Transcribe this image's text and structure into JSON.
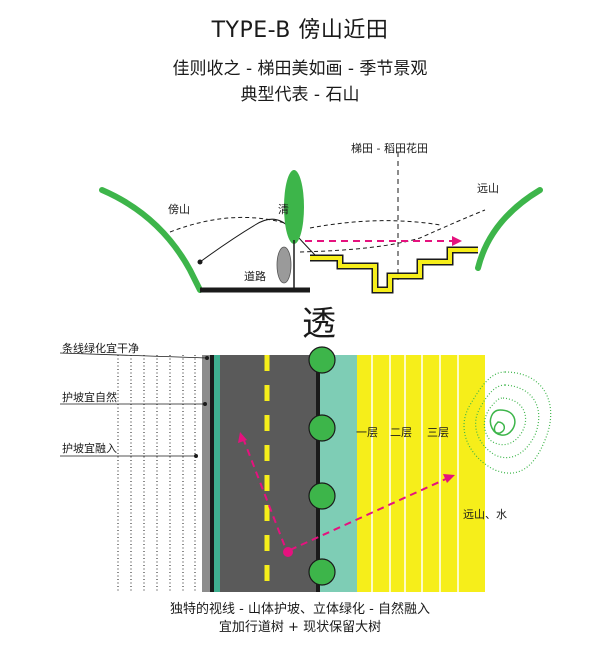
{
  "header": {
    "title": "TYPE-B 傍山近田",
    "subtitle": "佳则收之 - 梯田美如画 - 季节景观",
    "subtitle2": "典型代表 - 石山"
  },
  "section": {
    "labels": {
      "terrace": "梯田 - 稻田花田",
      "near_mountain": "傍山",
      "far_mountain": "远山",
      "tree": "清",
      "road": "道路"
    }
  },
  "center_label": "透",
  "plan": {
    "labels": {
      "planting": "条线绿化宜干净",
      "slope_natural": "护坡宜自然",
      "slope_blend": "护坡宜融入",
      "tier1": "一层",
      "tier2": "二层",
      "tier3": "三层",
      "far": "远山、水"
    }
  },
  "caption": {
    "line1": "独特的视线 - 山体护坡、立体绿化 - 自然融入",
    "line2": "宜加行道树 + 现状保留大树"
  },
  "colors": {
    "green": "#3db54a",
    "teal": "#7ecdb5",
    "yellow": "#f6ee1a",
    "magenta": "#e5127e",
    "road": "#5a5a5a"
  }
}
